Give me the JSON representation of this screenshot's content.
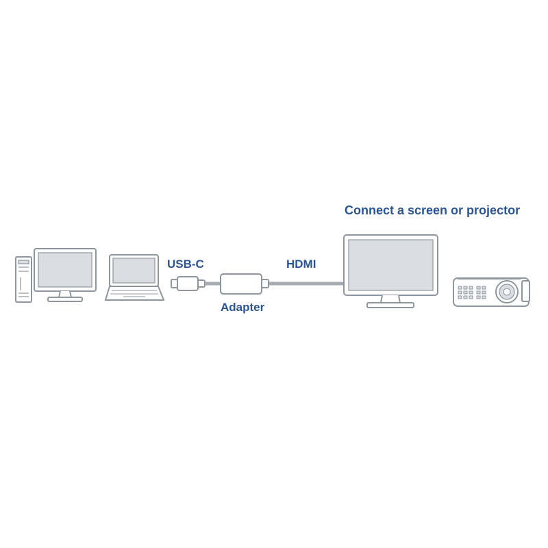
{
  "labels": {
    "usb": "USB-C",
    "hdmi": "HDMI",
    "adapter": "Adapter",
    "headline": "Connect a screen or projector"
  },
  "colors": {
    "label_blue": "#2b5592",
    "outline": "#8f959c",
    "screen_fill": "#dadde1",
    "device_fill": "#ffffff",
    "cable": "#a6abb1"
  },
  "icons": [
    "pc-tower-icon",
    "desktop-monitor-icon",
    "laptop-icon",
    "usb-c-plug-icon",
    "adapter-box-icon",
    "hdmi-cable-icon",
    "external-monitor-icon",
    "projector-icon"
  ]
}
